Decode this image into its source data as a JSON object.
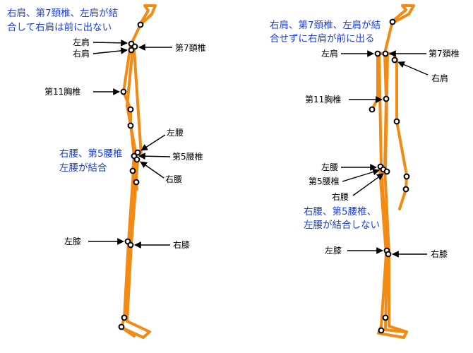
{
  "left_figure": {
    "caption_line1": "右肩、第7頚椎、左肩が結",
    "caption_line2": "合して右肩は前に出ない",
    "caption_waist_line1": "右腰、第5腰椎",
    "caption_waist_line2": "左腰が結合",
    "labels": {
      "left_shoulder": "左肩",
      "right_shoulder": "右肩",
      "c7": "第7頚椎",
      "t11": "第11胸椎",
      "left_hip": "左腰",
      "l5": "第5腰椎",
      "right_hip": "右腰",
      "left_knee": "左膝",
      "right_knee": "右膝"
    }
  },
  "right_figure": {
    "caption_line1": "右肩、第7頚椎、左肩が結",
    "caption_line2": "合せずに右肩が前に出る",
    "caption_waist_line1": "右腰、第5腰椎、",
    "caption_waist_line2": "左腰が結合しない",
    "labels": {
      "left_shoulder": "左肩",
      "c7": "第7頚椎",
      "right_shoulder": "右肩",
      "t11": "第11胸椎",
      "left_hip": "左腰",
      "l5": "第5腰椎",
      "right_hip": "右腰",
      "left_knee": "左膝",
      "right_knee": "右膝"
    }
  },
  "colors": {
    "bone": "#f28a14",
    "caption": "#1f3fd8",
    "label": "#000000"
  }
}
